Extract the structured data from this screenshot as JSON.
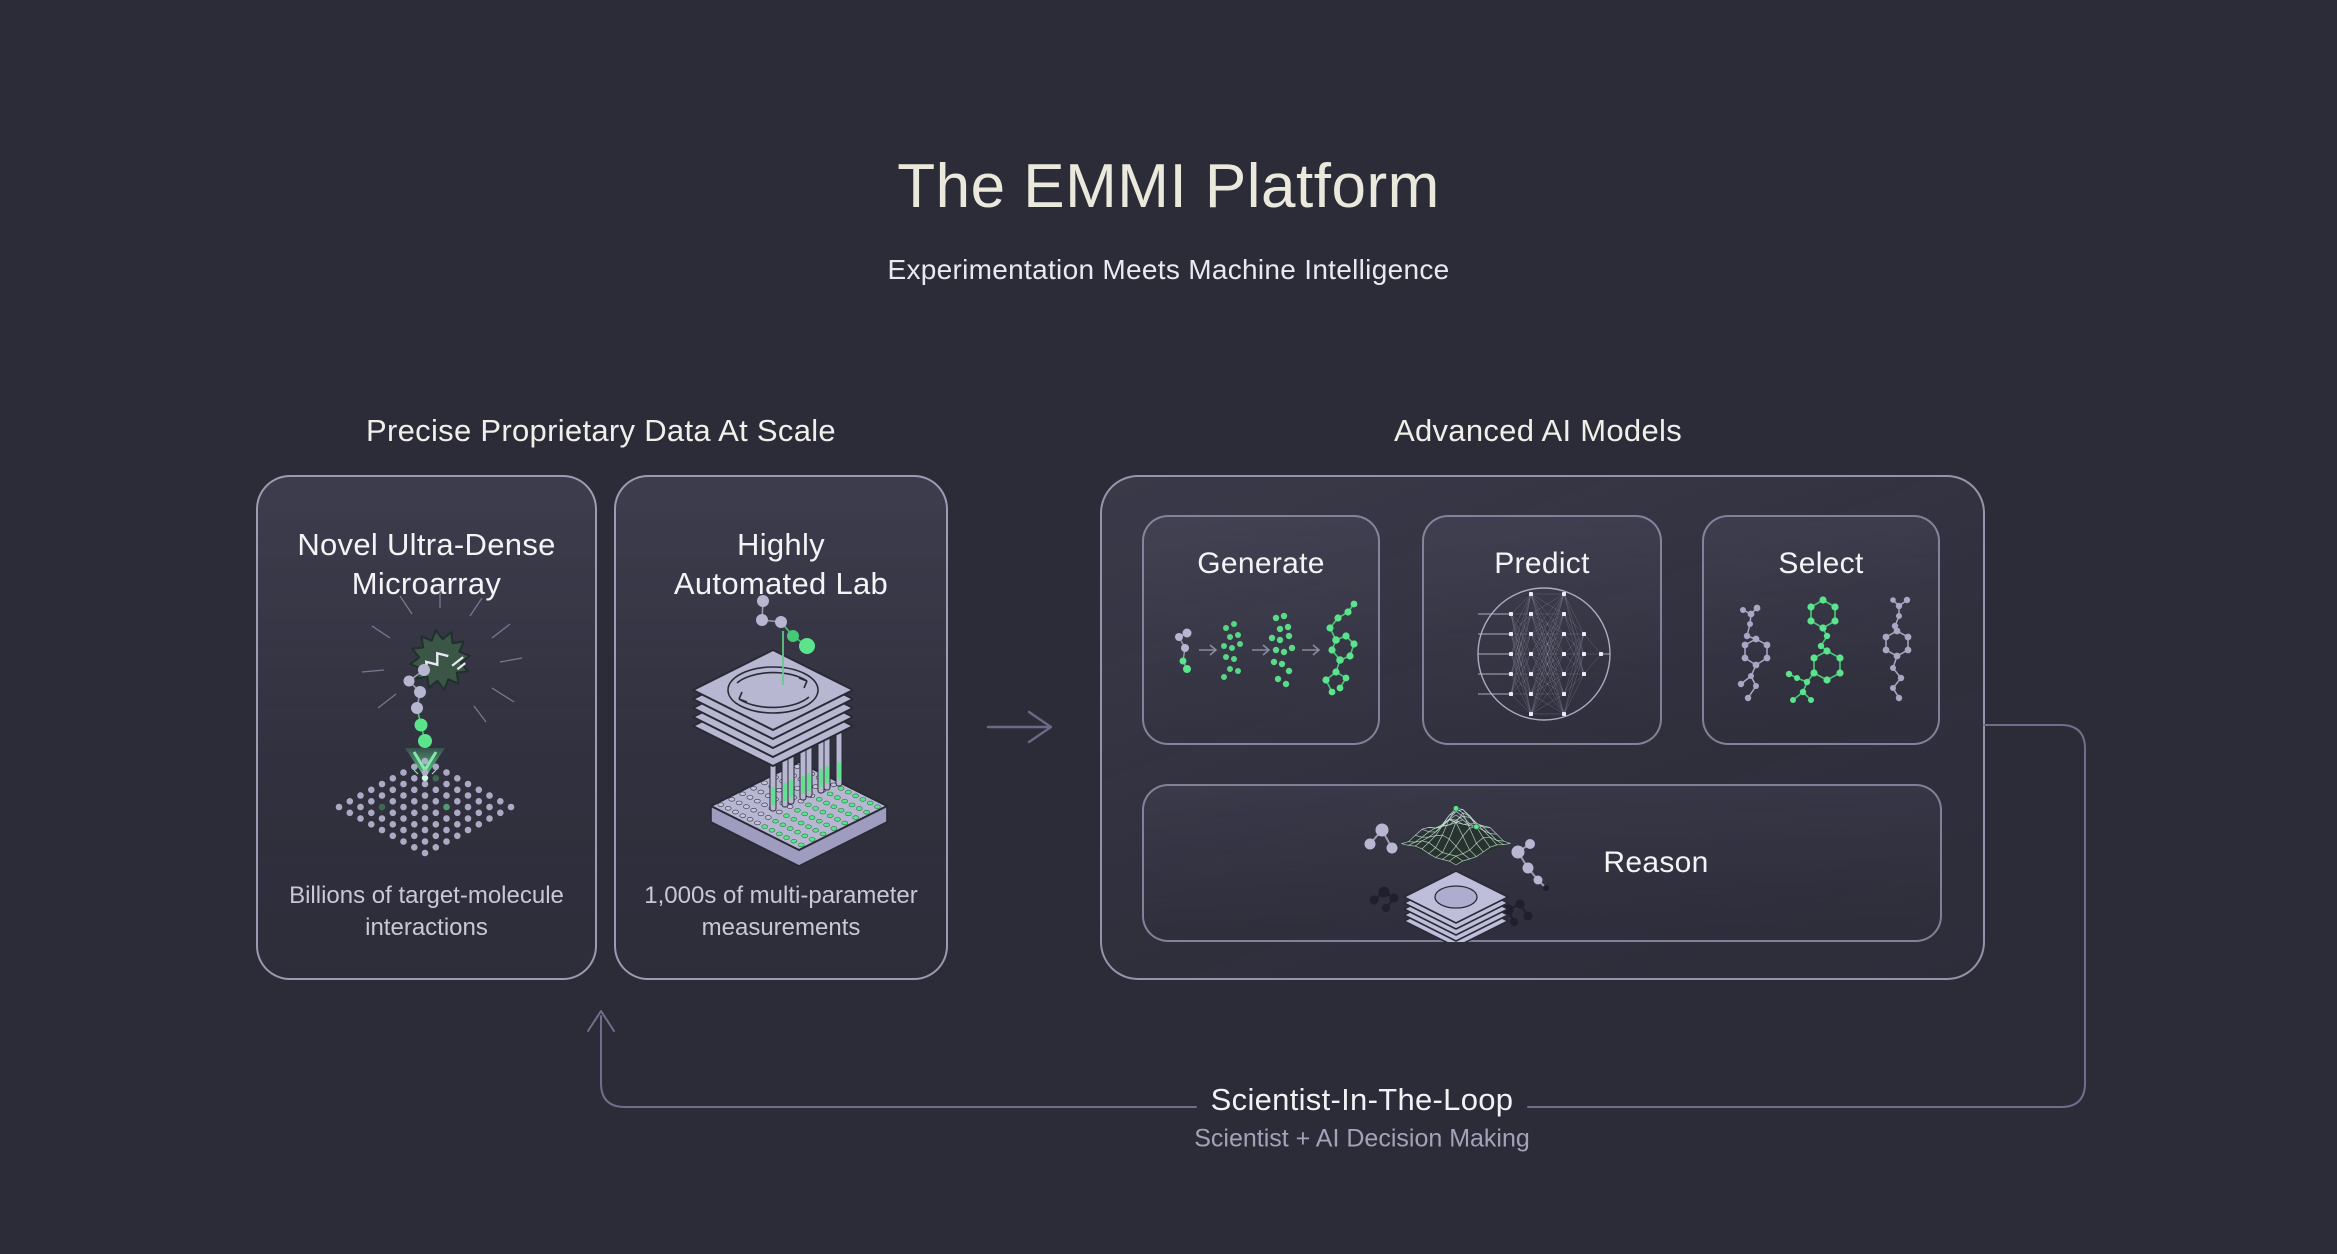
{
  "page": {
    "background": "#2c2c39"
  },
  "header": {
    "title": "The EMMI Platform",
    "subtitle": "Experimentation Meets Machine Intelligence"
  },
  "left_section": {
    "label": "Precise Proprietary Data At Scale",
    "cards": [
      {
        "title": "Novel Ultra-Dense\nMicroarray",
        "icon": "microarray-illustration",
        "caption": "Billions of target-molecule\ninteractions"
      },
      {
        "title": "Highly\nAutomated Lab",
        "icon": "automated-lab-illustration",
        "caption": "1,000s of multi-parameter\nmeasurements"
      }
    ]
  },
  "right_section": {
    "label": "Advanced AI Models",
    "model_cards": [
      {
        "label": "Generate",
        "icon": "molecule-generation-icon"
      },
      {
        "label": "Predict",
        "icon": "neural-network-icon"
      },
      {
        "label": "Select",
        "icon": "molecule-selection-icon"
      }
    ],
    "reason_card": {
      "label": "Reason",
      "icon": "response-surface-illustration"
    }
  },
  "flow": {
    "forward_arrow_icon": "right-arrow-icon",
    "loop_arrow_icon": "feedback-loop-arrow",
    "loop_label": "Scientist-In-The-Loop",
    "loop_sublabel": "Scientist + AI Decision Making"
  },
  "colors": {
    "background": "#2c2c39",
    "card_border": "#acacc4",
    "accent_green": "#5be48c",
    "illustration_lavender": "#b8b7d2",
    "title_cream": "#ebe9dc",
    "text_primary": "#f2f1f4",
    "text_muted": "#c9c8d4",
    "text_faint": "#a3a2b8",
    "line": "#6f6f8c"
  }
}
